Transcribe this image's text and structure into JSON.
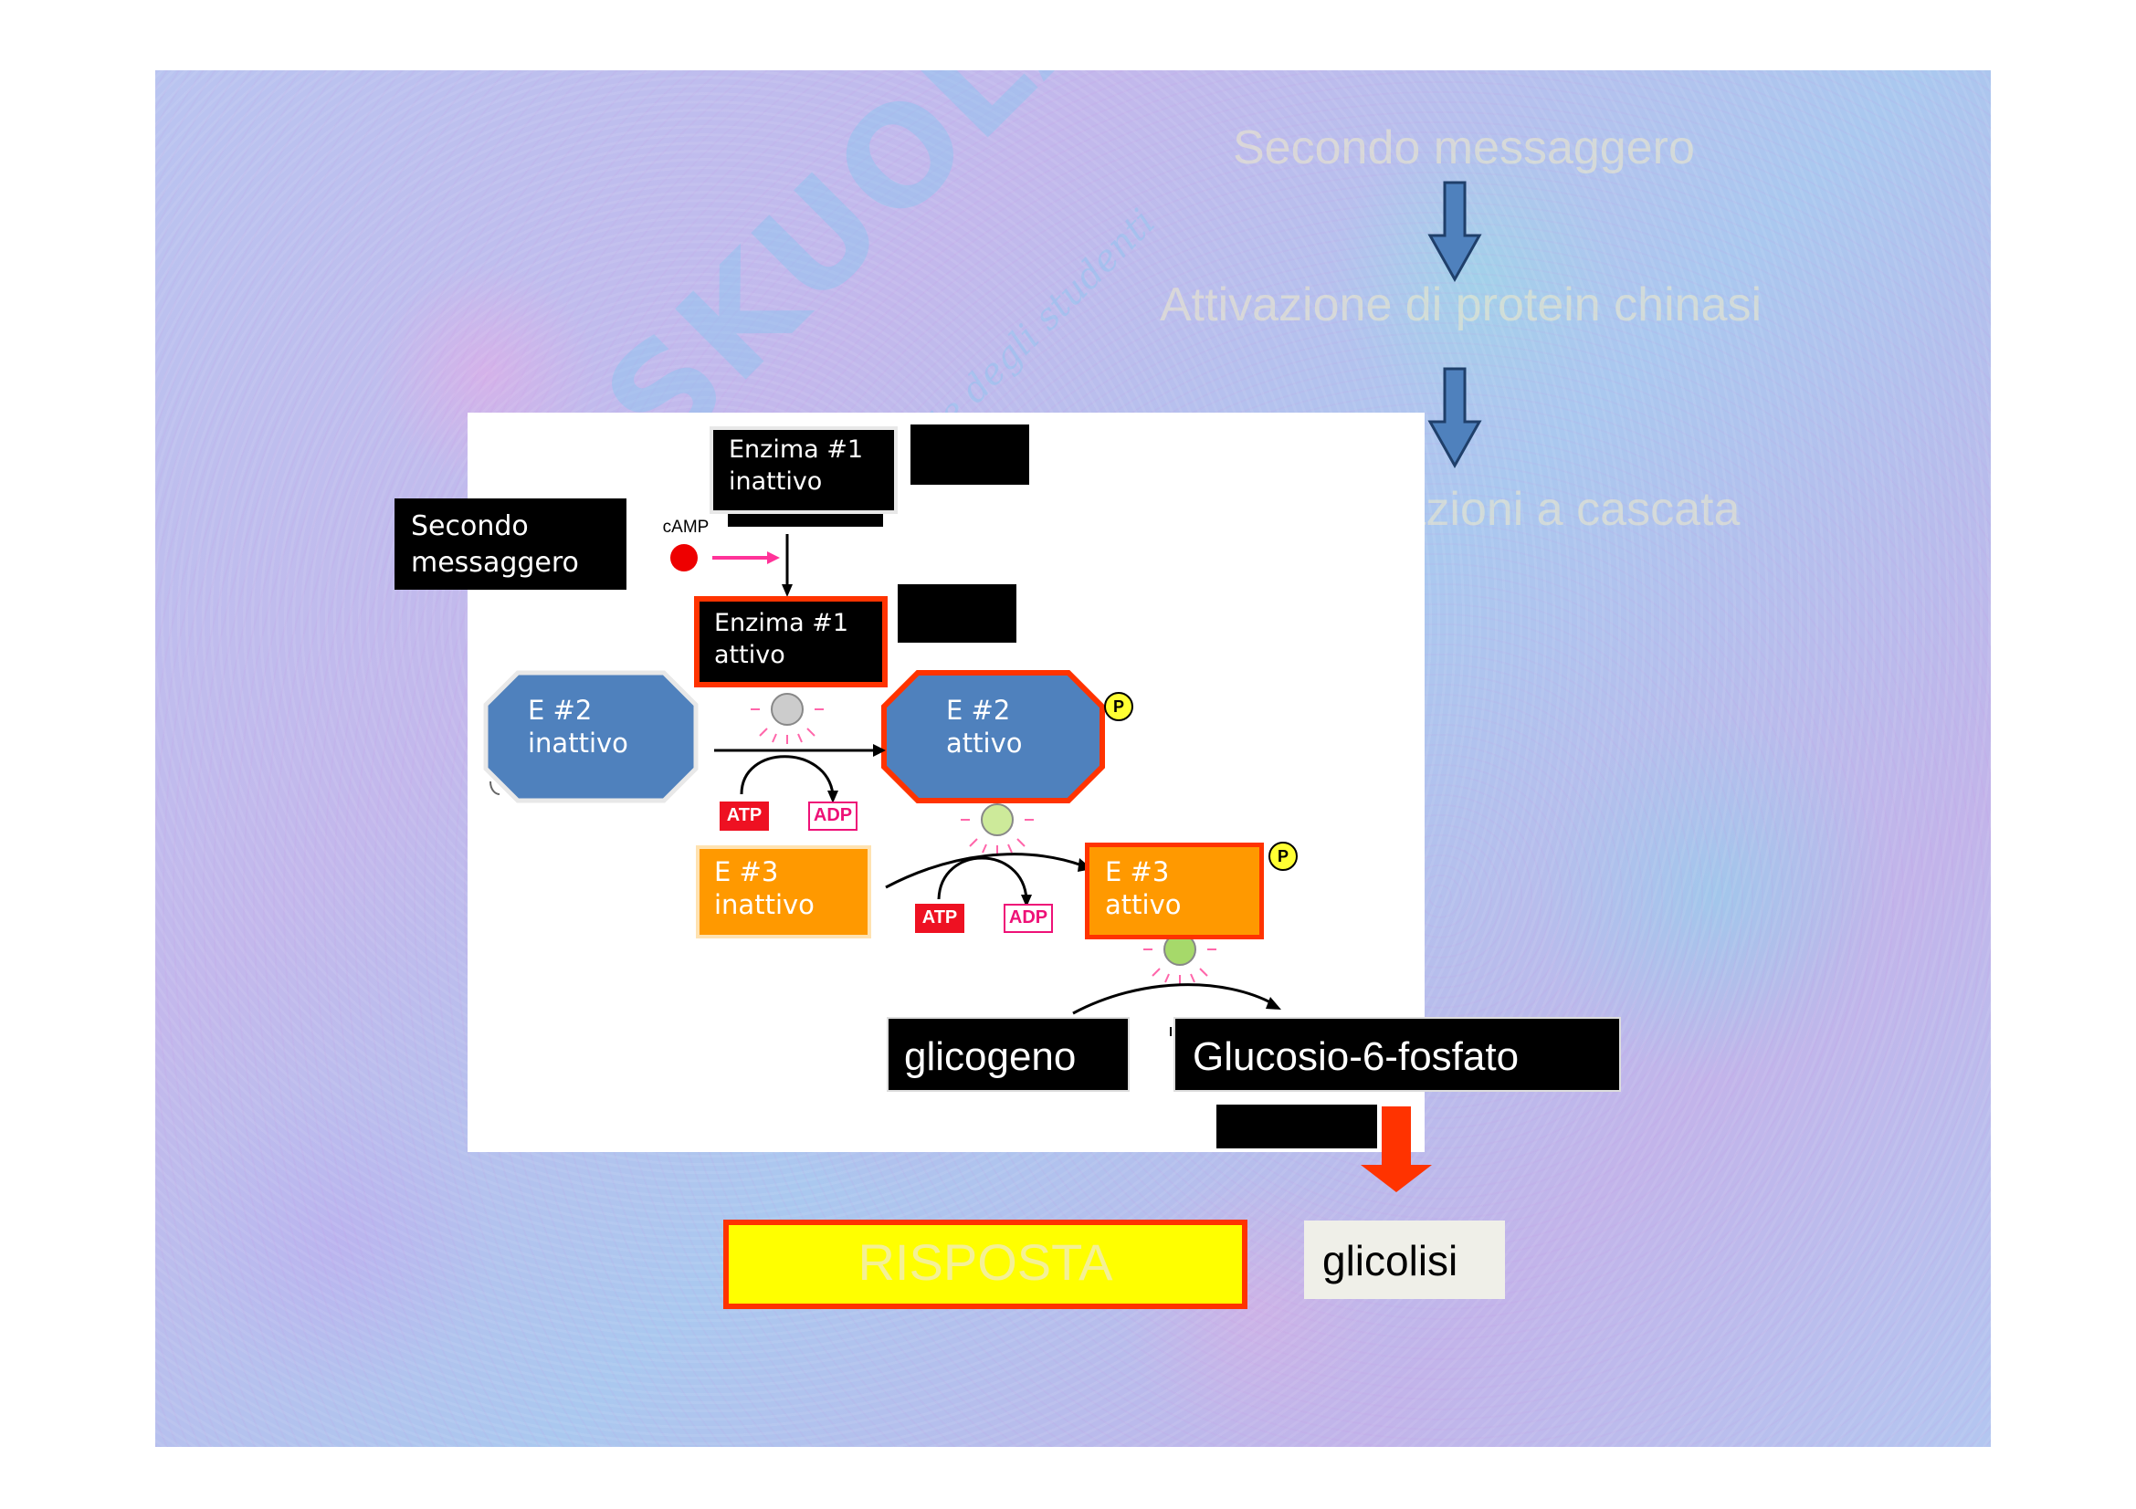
{
  "cascade": {
    "step1": "Secondo messaggero",
    "step2": "Attivazione di protein chinasi",
    "step3": "Fosforilazioni a cascata"
  },
  "watermark": {
    "brand": "SKUOLA.net",
    "tagline": "il portale degli studenti"
  },
  "diagram": {
    "second_messenger": [
      "Secondo",
      "messaggero"
    ],
    "camp": "cAMP",
    "enzyme1_inactive": [
      "Enzima #1",
      "inattivo"
    ],
    "enzyme1_active": [
      "Enzima #1",
      "attivo"
    ],
    "e2_inactive": [
      "E #2",
      "inattivo"
    ],
    "e2_active": [
      "E #2",
      "attivo"
    ],
    "e3_inactive": [
      "E #3",
      "inattivo"
    ],
    "e3_active": [
      "E #3",
      "attivo"
    ],
    "atp": "ATP",
    "adp": "ADP",
    "phosphate": "P",
    "glycogen": "glicogeno",
    "glucose6p": "Glucosio-6-fosfato",
    "glycolysis": "glicolisi",
    "response": "RISPOSTA"
  },
  "colors": {
    "blue_enzyme": "#4f81bd",
    "orange_enzyme": "#ff9900",
    "active_border": "#ff3300",
    "response_fill": "#ffff00",
    "cascade_arrow": "#4f81bd",
    "red_arrow": "#ff3300"
  }
}
